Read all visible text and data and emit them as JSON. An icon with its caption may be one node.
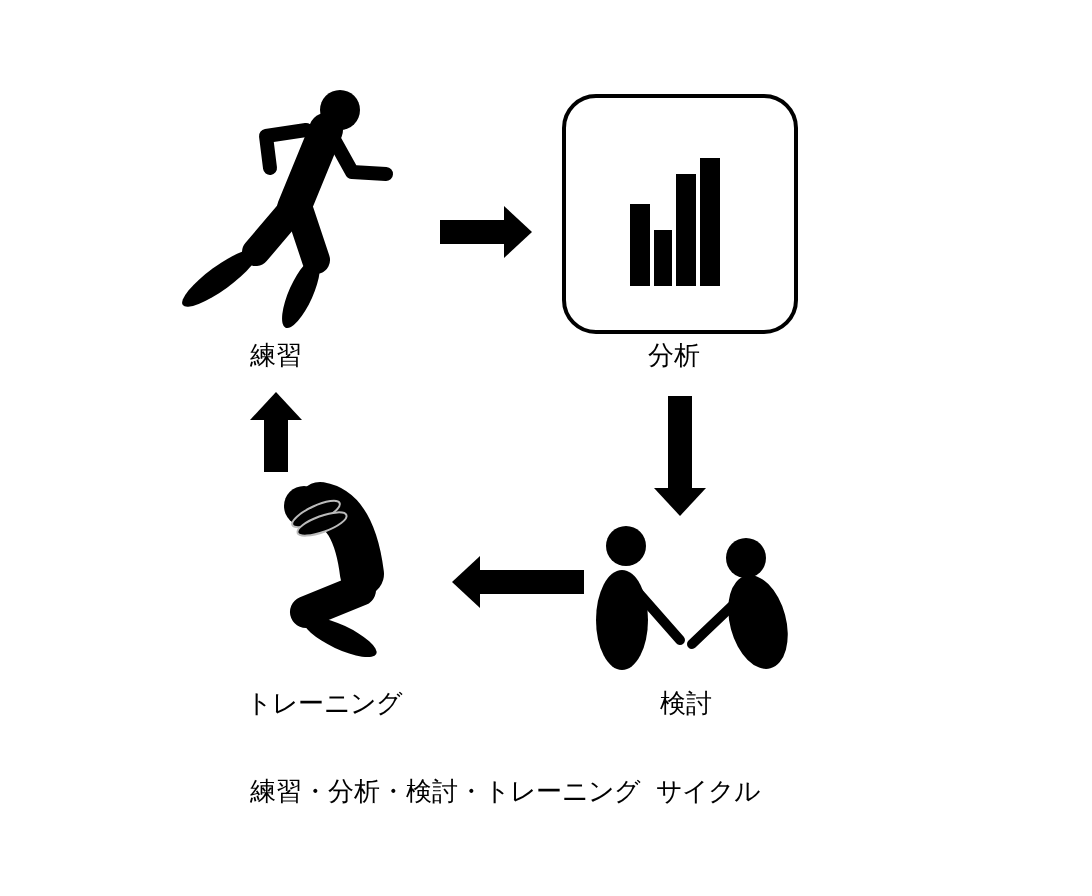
{
  "diagram": {
    "caption": "練習・分析・検討・トレーニング サイクル",
    "nodes": [
      {
        "text": [
          "練習"
        ]
      },
      {
        "text": [
          "分析"
        ]
      },
      {
        "text": [
          "検討"
        ]
      },
      {
        "text": [
          "トレーニング"
        ]
      }
    ],
    "edges": [
      {
        "from": 0,
        "to": 1,
        "arrow": "to"
      },
      {
        "from": 1,
        "to": 2,
        "arrow": "to"
      },
      {
        "from": 2,
        "to": 3,
        "arrow": "to"
      },
      {
        "from": 3,
        "to": 0,
        "arrow": "to"
      }
    ]
  }
}
